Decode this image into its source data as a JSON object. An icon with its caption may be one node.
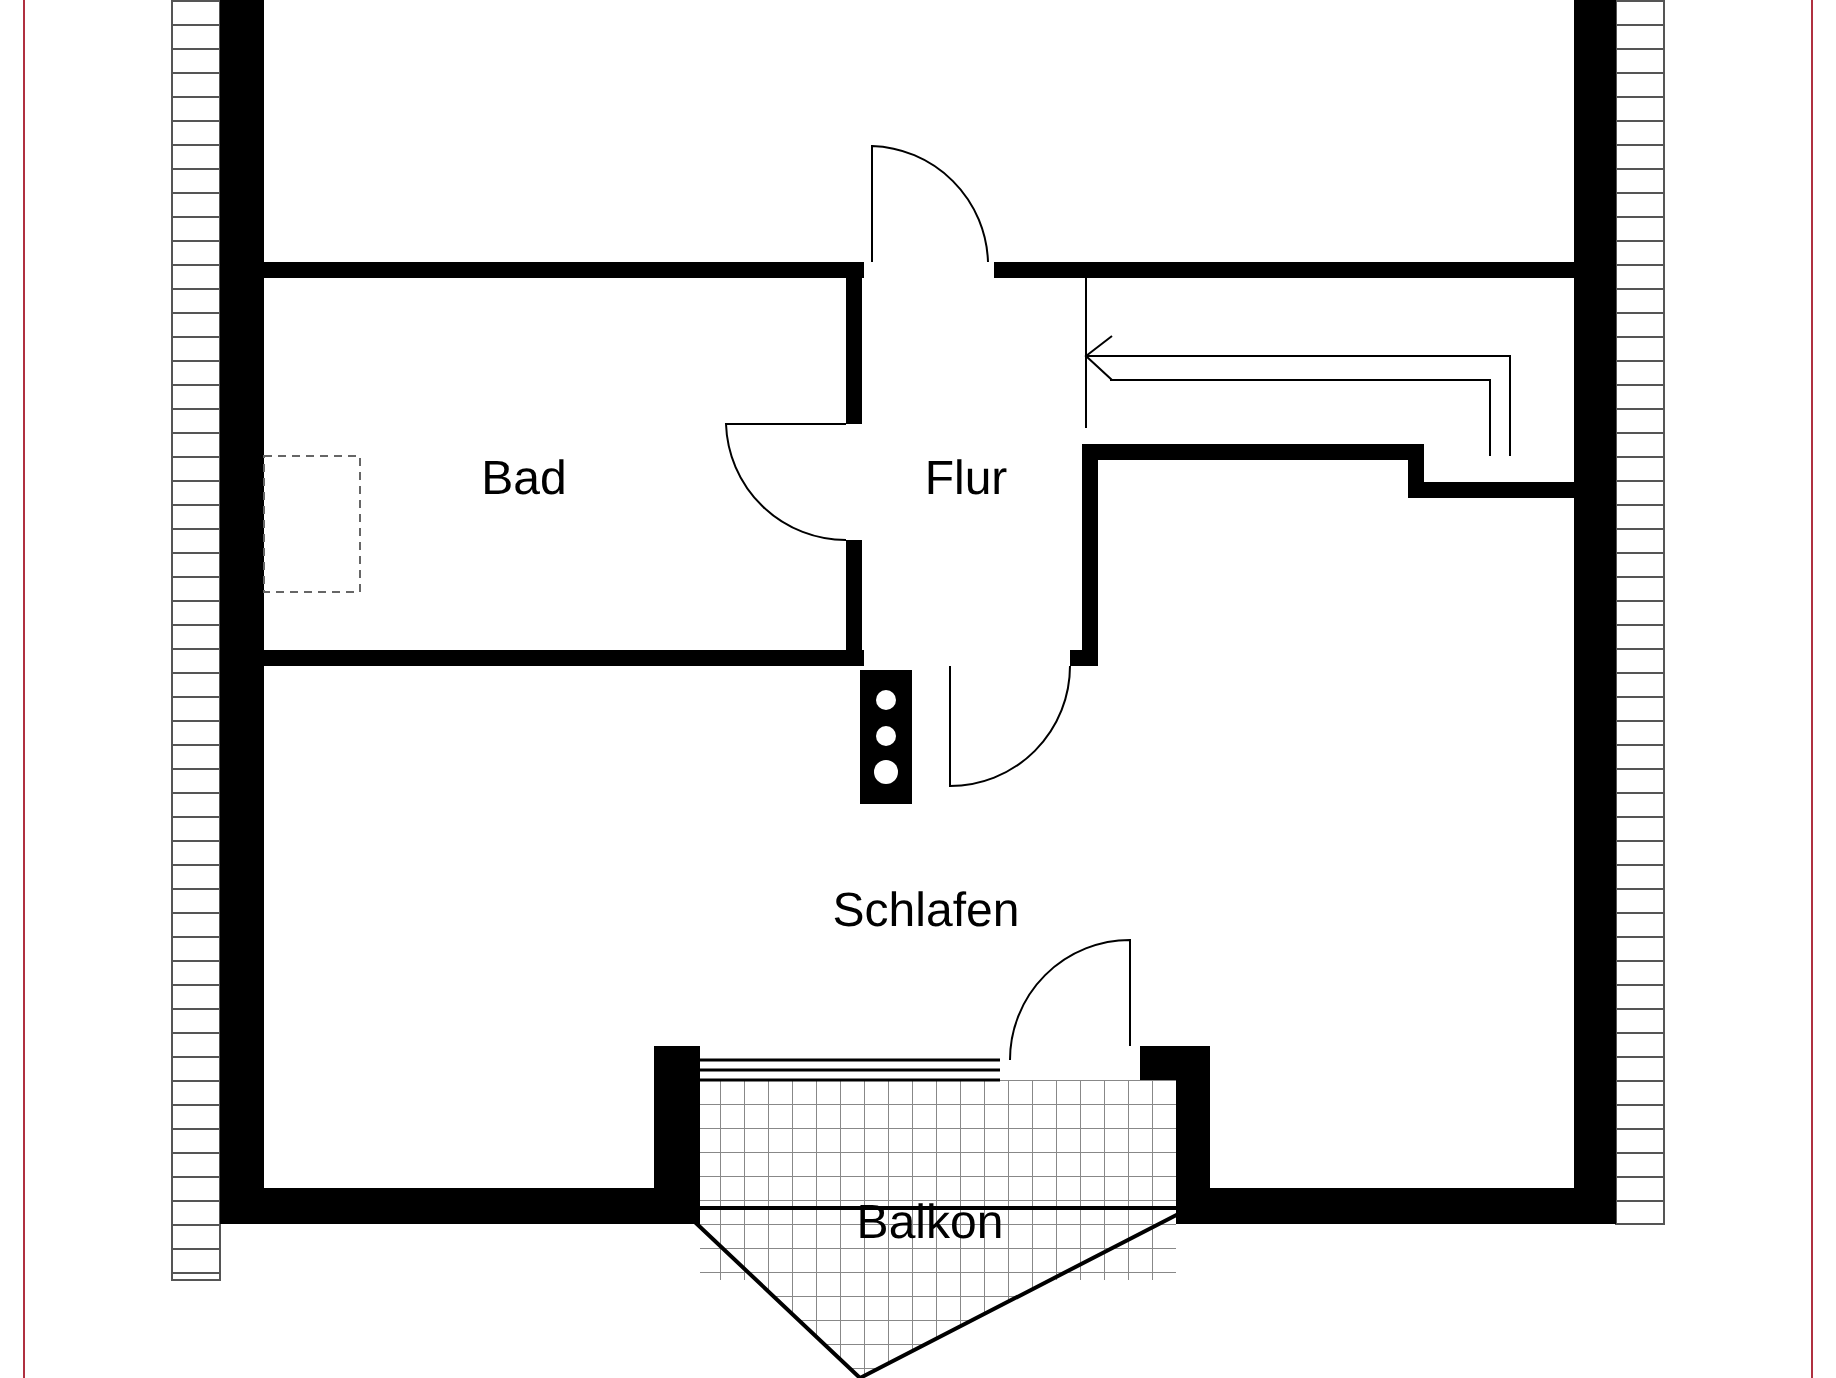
{
  "diagram": {
    "labels": [
      "Bad",
      "Flur",
      "Schlafen",
      "Balkon"
    ]
  }
}
